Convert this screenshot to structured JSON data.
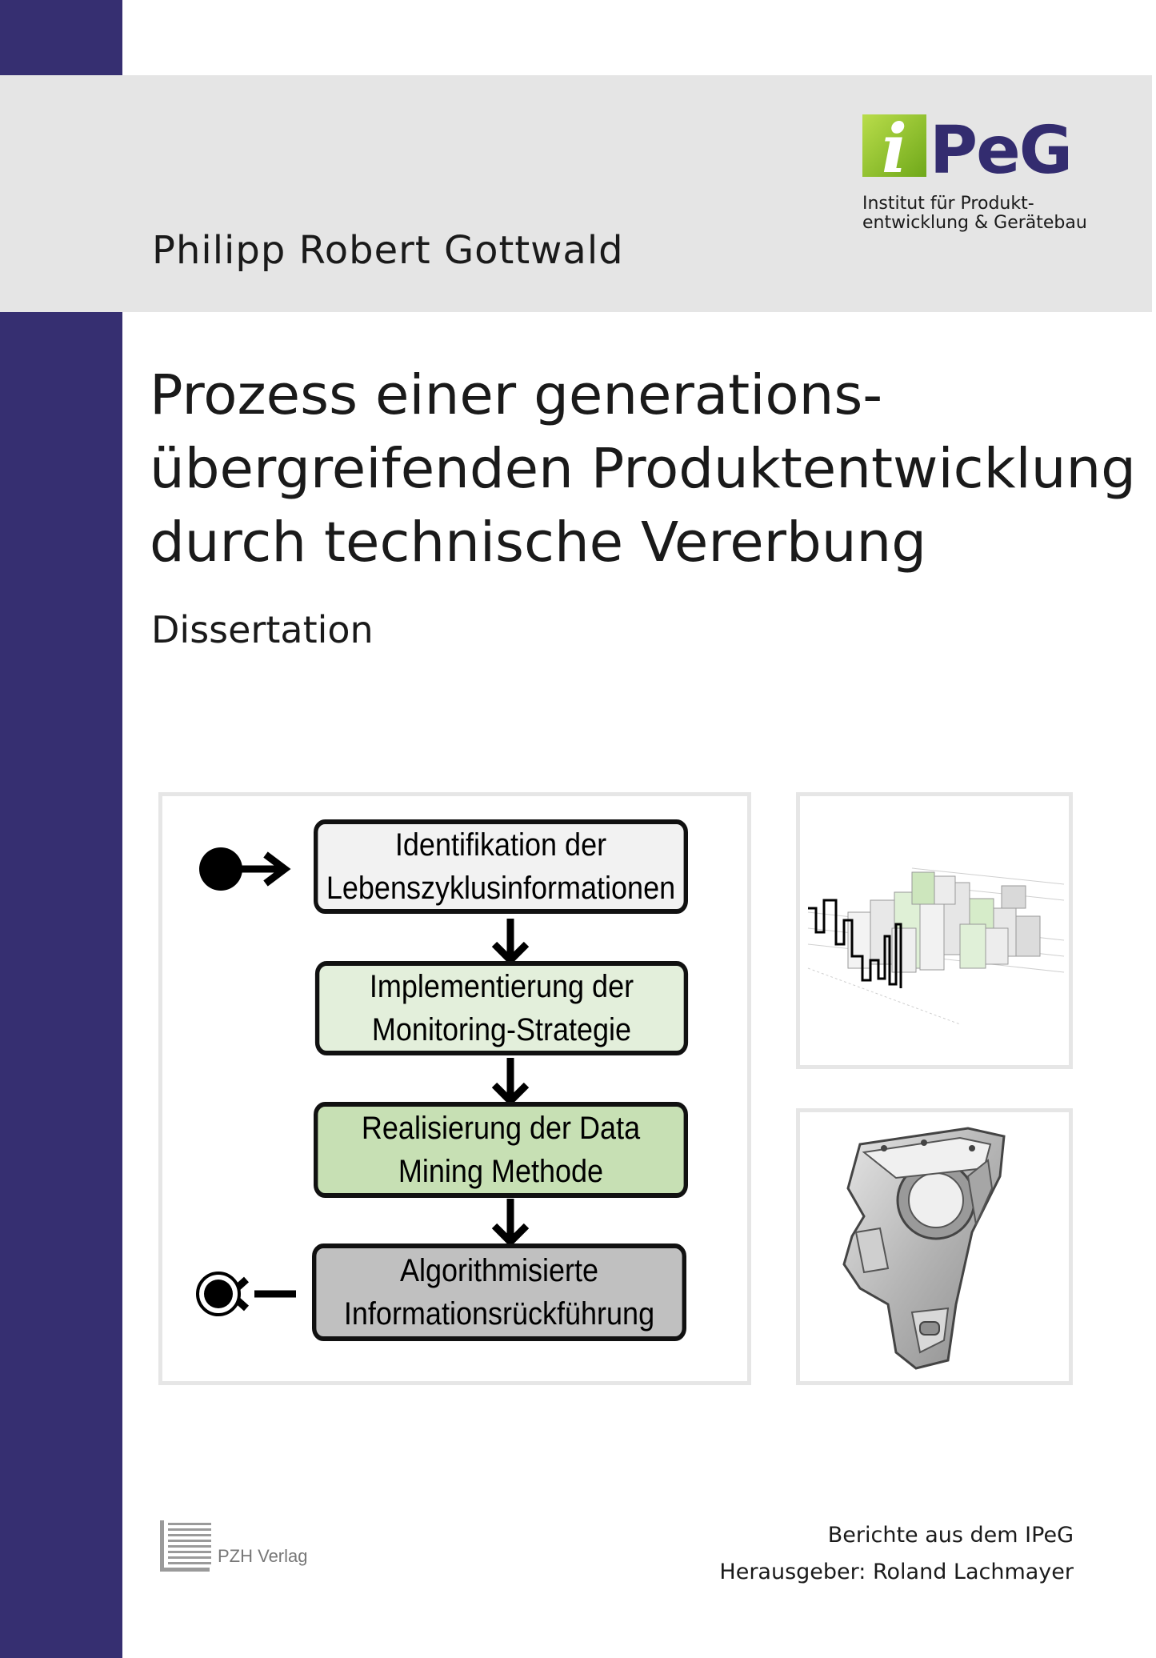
{
  "author": "Philipp Robert Gottwald",
  "logo": {
    "wordmark_i": "i",
    "wordmark_rest": "PeG",
    "subtitle_line1": "Institut für Produkt-",
    "subtitle_line2": "entwicklung & Gerätebau",
    "colors": {
      "green": "#8cc21f",
      "navy": "#332c6f"
    }
  },
  "title_lines": [
    "Prozess einer generations-",
    "übergreifenden Produktentwicklung",
    "durch technische Vererbung"
  ],
  "subtitle": "Dissertation",
  "process_diagram": {
    "steps": [
      {
        "line1": "Identifikation der",
        "line2": "Lebenszyklusinformationen",
        "fill": "#f2f2f2"
      },
      {
        "line1": "Implementierung der",
        "line2": "Monitoring-Strategie",
        "fill": "#e3efdb"
      },
      {
        "line1": "Realisierung der Data",
        "line2": "Mining Methode",
        "fill": "#c7e0b4"
      },
      {
        "line1": "Algorithmisierte",
        "line2": "Informationsrückführung",
        "fill": "#c0c0c0"
      }
    ]
  },
  "images": [
    "3d-bar-plot",
    "machined-part"
  ],
  "publisher": "PZH Verlag",
  "series": {
    "line1": "Berichte aus dem IPeG",
    "line2": "Herausgeber: Roland Lachmayer"
  },
  "colors": {
    "sidebar": "#362f71",
    "band": "#e5e5e5"
  }
}
